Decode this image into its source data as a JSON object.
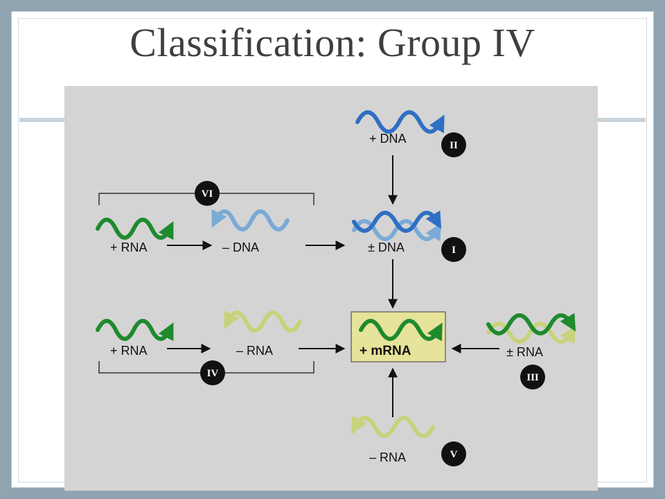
{
  "slide": {
    "title": "Classification: Group IV"
  },
  "diagram": {
    "labels": {
      "plus_dna": "+ DNA",
      "rna_top": "+ RNA",
      "minus_dna": "– DNA",
      "pm_dna": "± DNA",
      "rna_mid": "+ RNA",
      "minus_rna_mid": "– RNA",
      "mrna": "+ mRNA",
      "pm_rna": "± RNA",
      "minus_rna_bottom": "– RNA"
    },
    "groups": {
      "g1": "I",
      "g2": "II",
      "g3": "III",
      "g4": "IV",
      "g5": "V",
      "g6": "VI"
    },
    "colors": {
      "dna_blue": "#2f6fc4",
      "dna_light": "#7aaad6",
      "rna_green": "#1f8a2e",
      "rna_yellow": "#c8d27a",
      "mrna_box": "#e6e39a"
    }
  }
}
